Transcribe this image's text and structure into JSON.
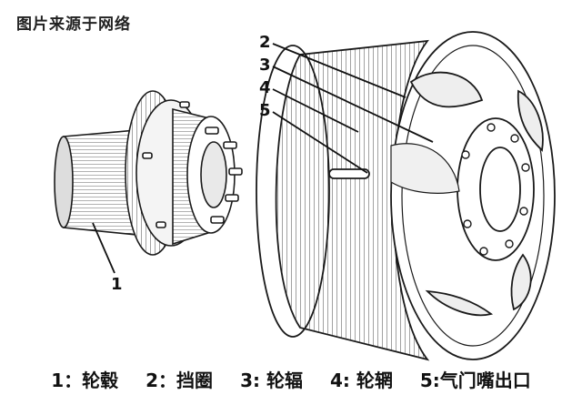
{
  "header": {
    "source_note": "图片来源于网络"
  },
  "callouts": [
    {
      "id": "1",
      "text": "1"
    },
    {
      "id": "2",
      "text": "2"
    },
    {
      "id": "3",
      "text": "3"
    },
    {
      "id": "4",
      "text": "4"
    },
    {
      "id": "5",
      "text": "5"
    }
  ],
  "legend": [
    {
      "text": "1：轮毂"
    },
    {
      "text": "2：挡圈"
    },
    {
      "text": "3: 轮辐"
    },
    {
      "text": "4: 轮辋"
    },
    {
      "text": "5:气门嘴出口"
    }
  ],
  "colors": {
    "line": "#1a1a1a",
    "shade": "#9a9a9a",
    "background": "#ffffff"
  }
}
